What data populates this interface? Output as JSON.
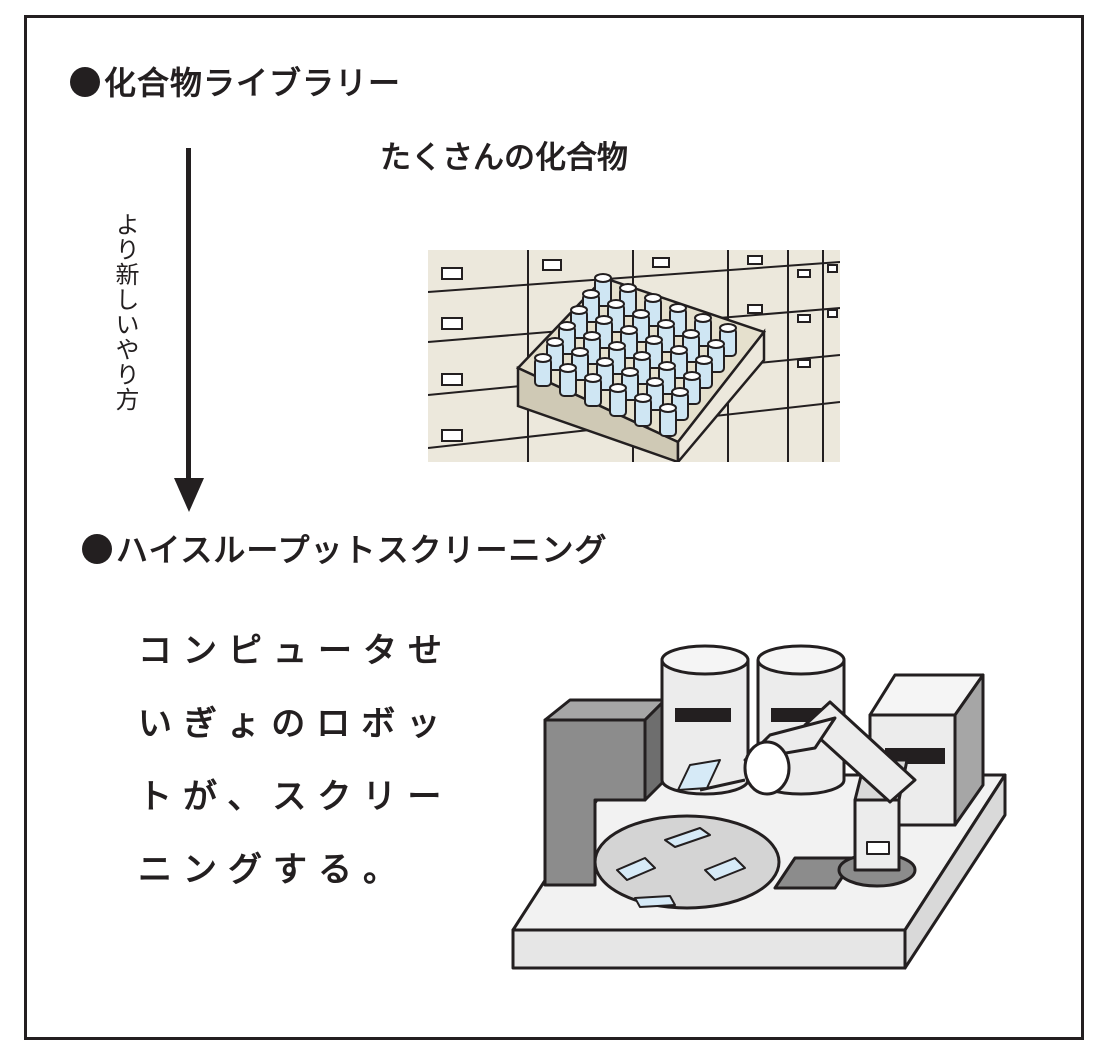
{
  "heading_library": "化合物ライブラリー",
  "subtitle": "たくさんの化合物",
  "arrow_label": "より新しいやり方",
  "heading_screening": "ハイスループットスクリーニング",
  "description_lines": [
    "コンピュータせ",
    "いぎょのロボッ",
    "トが、スクリー",
    "ニングする。"
  ],
  "colors": {
    "ink": "#231f20",
    "shelf": "#ece8dc",
    "crate": "#cfc9b5",
    "vial": "#cfe6f3",
    "glass": "#d6eaf7"
  }
}
